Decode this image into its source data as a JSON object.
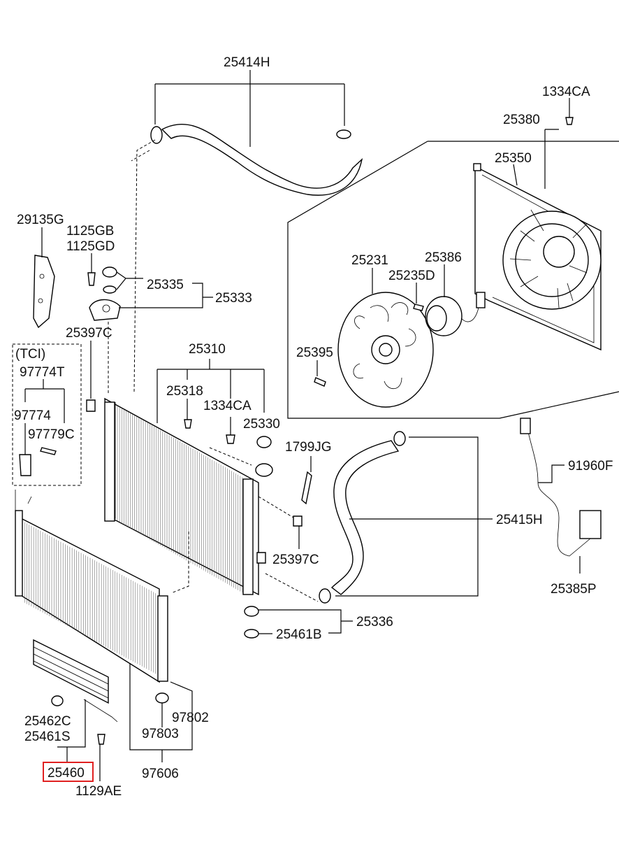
{
  "highlight_color": "#e02020",
  "highlighted_part": "25460",
  "labels": {
    "p25414H": "25414H",
    "p1334CA_top": "1334CA",
    "p25380": "25380",
    "p25350": "25350",
    "p29135G": "29135G",
    "p1125GB": "1125GB",
    "p1125GD": "1125GD",
    "p25335": "25335",
    "p25333": "25333",
    "p25231": "25231",
    "p25386": "25386",
    "p25235D": "25235D",
    "p25397C_top": "25397C",
    "tci": "(TCI)",
    "p97774T": "97774T",
    "p97774": "97774",
    "p97779C": "97779C",
    "p25310": "25310",
    "p25395": "25395",
    "p25318": "25318",
    "p1334CA_mid": "1334CA",
    "p25330": "25330",
    "p1799JG": "1799JG",
    "p91960F": "91960F",
    "p25415H": "25415H",
    "p25397C_mid": "25397C",
    "p25385P": "25385P",
    "p25336": "25336",
    "p25461B": "25461B",
    "p25462C": "25462C",
    "p25461S": "25461S",
    "p97802": "97802",
    "p97803": "97803",
    "p25460": "25460",
    "p97606": "97606",
    "p1129AE": "1129AE"
  }
}
